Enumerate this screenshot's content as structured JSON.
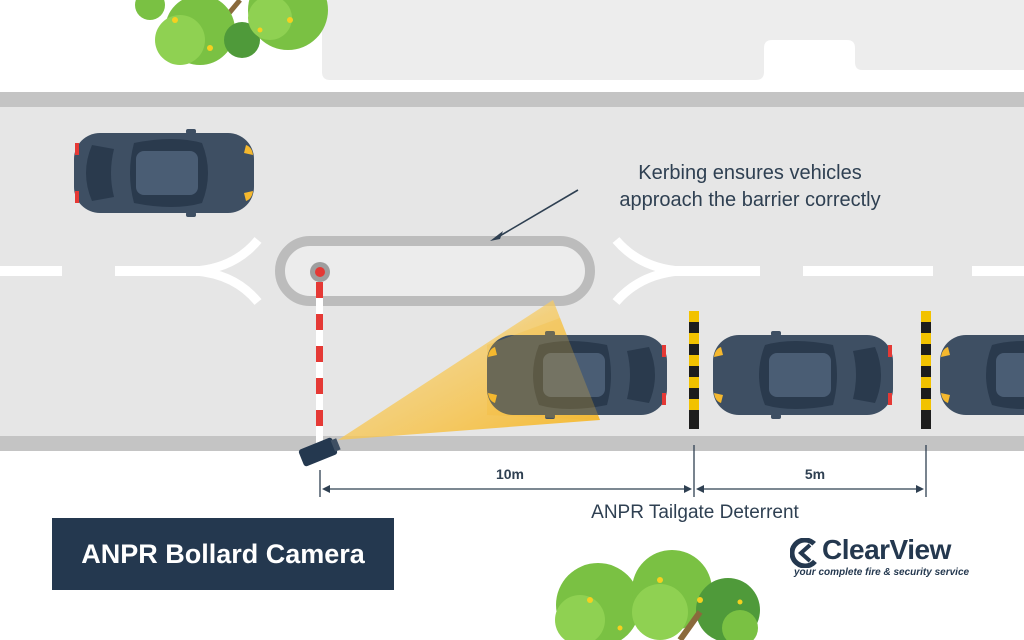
{
  "callout": {
    "line1": "Kerbing ensures vehicles",
    "line2": "approach the barrier correctly"
  },
  "dimensions": {
    "first": "10m",
    "second": "5m"
  },
  "tailgate_label": "ANPR Tailgate Deterrent",
  "title": "ANPR Bollard Camera",
  "brand": {
    "name": "ClearView",
    "tagline": "your complete fire & security service"
  },
  "colors": {
    "road": "#e6e6e6",
    "kerb": "#bfbfbf",
    "car_body": "#3e4f63",
    "car_glass": "#2a3a4d",
    "headlight": "#f5b82e",
    "taillight": "#e53935",
    "camera_beam": "#f5b82e",
    "bollard_yellow": "#f2c200",
    "bollard_black": "#1d1d1d",
    "title_bg": "#24384f",
    "tree_green": "#7ac143"
  },
  "icons": [
    "tree-icon",
    "car-icon",
    "barrier-arm-icon",
    "anpr-camera-icon",
    "bollard-icon",
    "clearview-logo-icon"
  ]
}
